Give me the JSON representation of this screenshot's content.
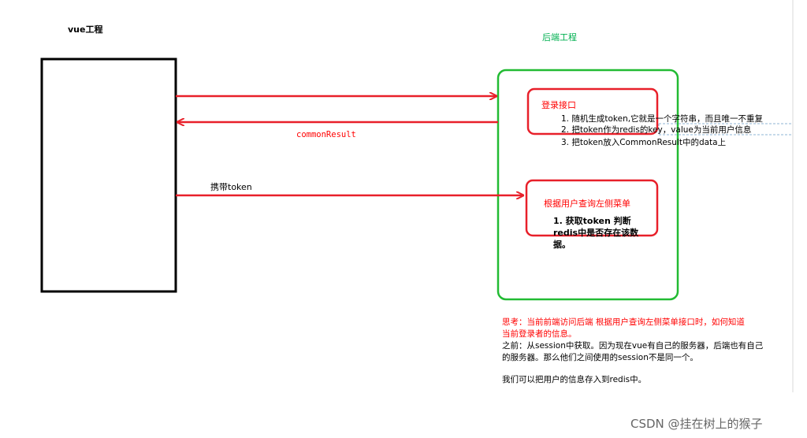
{
  "diagram": {
    "frontend_label": "vue工程",
    "backend_label": "后端工程",
    "login_api": {
      "title": "登录接口",
      "steps": [
        "1. 随机生成token,它就是一个字符串，而且唯一不重复",
        "2. 把token作为redis的key，value为当前用户信息",
        "3. 把token放入CommonResult中的data上"
      ]
    },
    "response_label": "commonResult",
    "request_label": "携带token",
    "menu_api": {
      "title": "根据用户查询左侧菜单",
      "steps": [
        "1. 获取token 判断",
        "redis中是否存在该数",
        "据。"
      ]
    },
    "notes": {
      "question_lines": [
        "思考：当前前端访问后端   根据用户查询左侧菜单接口时，如何知道",
        "当前登录者的信息。"
      ],
      "before_lines": [
        "之前：从session中获取。因为现在vue有自己的服务器，后端也有自己",
        "的服务器。那么他们之间使用的session不是同一个。"
      ],
      "conclusion": "我们可以把用户的信息存入到redis中。"
    }
  },
  "watermark": "CSDN @挂在树上的猴子",
  "colors": {
    "arrow": "#e8202a",
    "backend_box": "#22bb33",
    "frontend_box": "#000000",
    "question_text": "#ff0000",
    "green_text": "#00b050"
  }
}
